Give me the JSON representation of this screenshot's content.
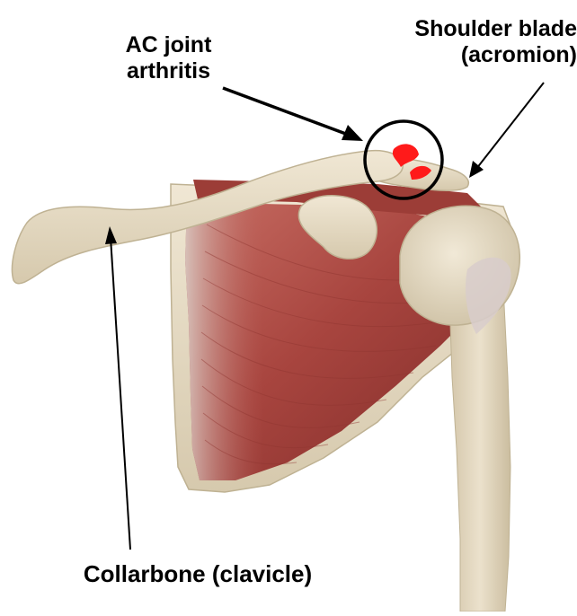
{
  "labels": {
    "ac_joint": {
      "line1": "AC joint",
      "line2": "arthritis"
    },
    "shoulder_blade": {
      "line1": "Shoulder blade",
      "line2": "(acromion)"
    },
    "collarbone": "Collarbone (clavicle)"
  },
  "colors": {
    "background": "#ffffff",
    "bone": "#e4dac5",
    "bone_shadow": "#c9bda3",
    "muscle": "#a8453f",
    "muscle_dark": "#7e2a27",
    "muscle_light": "#c76d63",
    "highlight": "#ff1a1a",
    "ink": "#000000"
  }
}
